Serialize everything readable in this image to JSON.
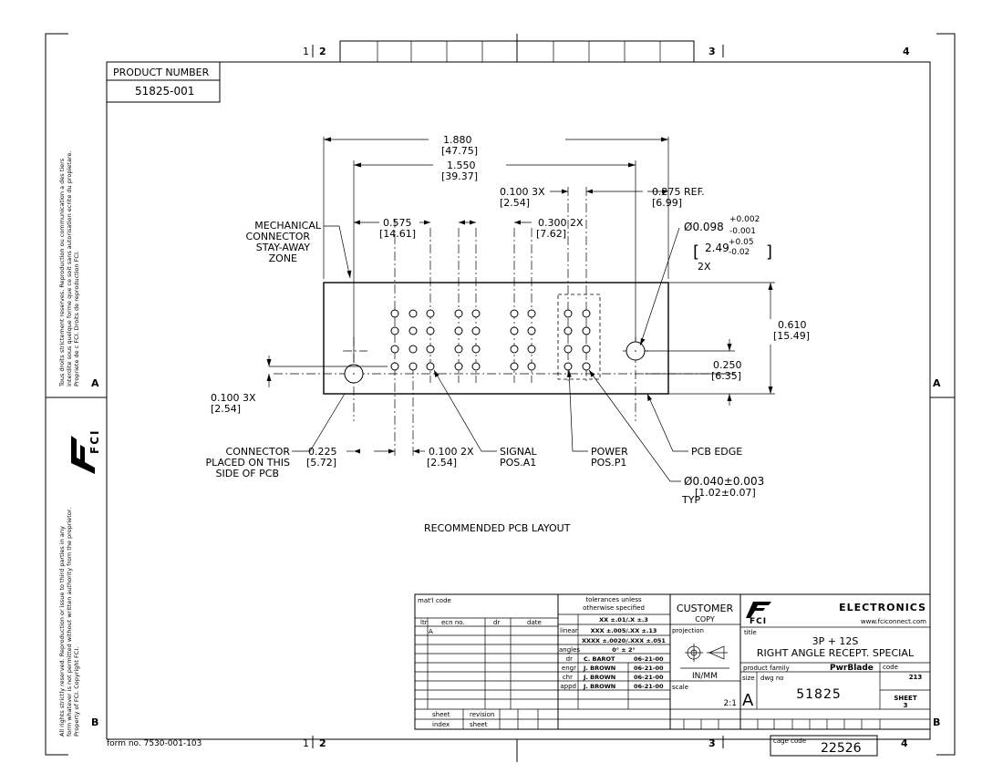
{
  "zones": {
    "top_left": "1",
    "top_2": "2",
    "top_3": "3",
    "top_4": "4",
    "left_a": "A",
    "right_a": "A",
    "left_b": "B",
    "right_b": "B"
  },
  "product": {
    "label": "PRODUCT NUMBER",
    "number": "51825-001"
  },
  "legal_fr": [
    "Tous droits strictement reserves. Reproduction ou communication a des tiers",
    "interdite sous quelque forme que ce soit sans autorisation ecrite du propietare.",
    "Propriete de c FCI.  Droits de reproduction FCI."
  ],
  "legal_en": [
    "All rights strictly reserved. Reproduction or issue to third parties in any",
    "form whatever is not permitted without written authority from the proprietor.",
    "Property of FCI.  Copyright FCI."
  ],
  "fci_logo": "FCI",
  "form_no": "form no. 7530-001-103",
  "dims": {
    "d1880": "1.880",
    "d1880m": "[47.75]",
    "d1550": "1.550",
    "d1550m": "[39.37]",
    "d0100_3x": "0.100 3X",
    "d0100_3xm": "[2.54]",
    "d0275": "0.275 REF.",
    "d0275m": "[6.99]",
    "d0575": "0.575",
    "d0575m": "[14.61]",
    "d0300": "0.300 2X",
    "d0300m": "[7.62]",
    "dia098": "Ø0.098",
    "dia098_up": "+0.002",
    "dia098_dn": "-0.001",
    "dia249": "2.49",
    "dia249_up": "+0.05",
    "dia249_dn": "-0.02",
    "x2": "2X",
    "d0610": "0.610",
    "d0610m": "[15.49]",
    "d0250": "0.250",
    "d0250m": "[6.35]",
    "d0100_left": "0.100 3X",
    "d0100_leftm": "[2.54]",
    "d0225": "0.225",
    "d0225m": "[5.72]",
    "d0100_2x": "0.100 2X",
    "d0100_2xm": "[2.54]",
    "dia040": "Ø0.040±0.003",
    "dia040m": "[1.02±0.07]",
    "typ": "TYP"
  },
  "notes": {
    "mech": [
      "MECHANICAL",
      "CONNECTOR",
      "STAY-AWAY",
      "ZONE"
    ],
    "connector": [
      "CONNECTOR",
      "PLACED ON THIS",
      "SIDE OF PCB"
    ],
    "signal": [
      "SIGNAL",
      "POS.A1"
    ],
    "power": [
      "POWER",
      "POS.P1"
    ],
    "pcb_edge": "PCB EDGE",
    "layout_title": "RECOMMENDED PCB LAYOUT"
  },
  "titleblock": {
    "matl_code": "mat'l code",
    "rev_headers": [
      "ltr",
      "ecn no.",
      "dr",
      "date"
    ],
    "rev_row": [
      "A",
      "",
      "",
      ""
    ],
    "sheet": "sheet",
    "index": "index",
    "revision": "revision",
    "sheet2": "sheet",
    "tol_title": [
      "tolerances unless",
      "otherwise specified"
    ],
    "tol_rows": [
      {
        "label": "",
        "value": "XX ±.01/.X ±.3"
      },
      {
        "label": "linear",
        "value": "XXX ±.005/.XX ±.13"
      },
      {
        "label": "",
        "value": "XXXX ±.0020/.XXX ±.051"
      },
      {
        "label": "angles",
        "value": "0° ± 2°"
      }
    ],
    "approvals": [
      {
        "role": "dr",
        "name": "C. BAROT",
        "date": "06-21-00"
      },
      {
        "role": "engr",
        "name": "J. BROWN",
        "date": "06-21-00"
      },
      {
        "role": "chr",
        "name": "J. BROWN",
        "date": "06-21-00"
      },
      {
        "role": "appd",
        "name": "J. BROWN",
        "date": "06-21-00"
      }
    ],
    "customer": "CUSTOMER",
    "copy": "COPY",
    "projection": "projection",
    "units": "IN/MM",
    "scale_label": "scale",
    "scale": "2:1",
    "company": "ELECTRONICS",
    "logo": "FCI",
    "website": "www.fciconnect.com",
    "title_label": "title",
    "title1": "3P + 12S",
    "title2": "RIGHT ANGLE RECEPT. SPECIAL",
    "family_label": "product family",
    "family": "PwrBlade",
    "code_label": "code",
    "code": "213",
    "size_label": "size",
    "size": "A",
    "dwg_label": "dwg no",
    "dwg_no": "51825",
    "sheet_label": "SHEET",
    "sheet_no": "3",
    "cage_label": "cage code",
    "cage": "22526"
  }
}
